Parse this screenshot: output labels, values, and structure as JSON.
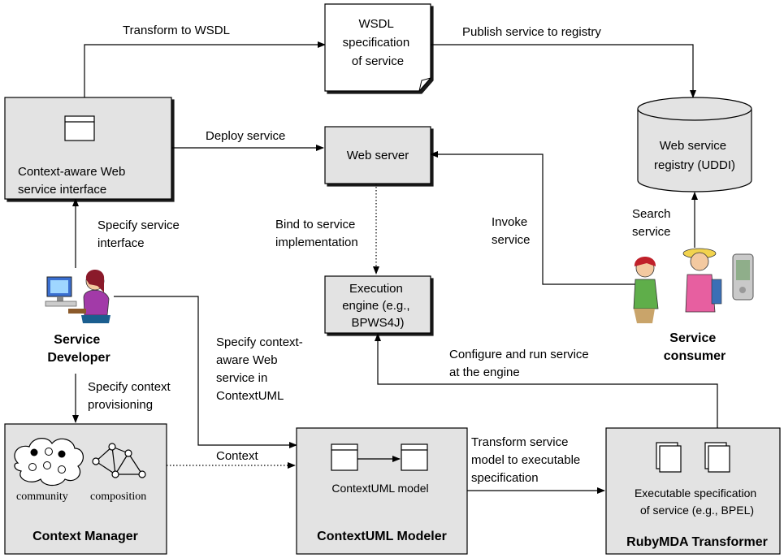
{
  "boxes": {
    "wsdl_doc": {
      "lines": [
        "WSDL",
        "specification",
        "of service"
      ]
    },
    "interface": {
      "lines": [
        "Context-aware Web",
        "service interface"
      ]
    },
    "web_server": {
      "lines": [
        "Web server"
      ]
    },
    "registry": {
      "lines": [
        "Web service",
        "registry (UDDI)"
      ]
    },
    "engine": {
      "lines": [
        "Execution",
        "engine (e.g.,",
        "BPWS4J)"
      ]
    },
    "context_manager": {
      "title": "Context Manager",
      "community": "community",
      "composition": "composition"
    },
    "modeler": {
      "title": "ContextUML Modeler",
      "model_label": "ContextUML model"
    },
    "transformer": {
      "title": "RubyMDA Transformer",
      "lines": [
        "Executable specification",
        "of service (e.g., BPEL)"
      ]
    }
  },
  "actors": {
    "developer": {
      "lines": [
        "Service",
        "Developer"
      ]
    },
    "consumer": {
      "lines": [
        "Service",
        "consumer"
      ]
    }
  },
  "edges": {
    "transform_wsdl": {
      "lines": [
        "Transform to WSDL"
      ]
    },
    "publish": {
      "lines": [
        "Publish service to registry"
      ]
    },
    "deploy": {
      "lines": [
        "Deploy service"
      ]
    },
    "specify_interface": {
      "lines": [
        "Specify service",
        "interface"
      ]
    },
    "bind": {
      "lines": [
        "Bind to service",
        "implementation"
      ]
    },
    "invoke": {
      "lines": [
        "Invoke",
        "service"
      ]
    },
    "search": {
      "lines": [
        "Search",
        "service"
      ]
    },
    "specify_ctxuml": {
      "lines": [
        "Specify context-",
        "aware Web",
        "service in",
        "ContextUML"
      ]
    },
    "configure": {
      "lines": [
        "Configure and run service",
        "at the engine"
      ]
    },
    "provisioning": {
      "lines": [
        "Specify context",
        "provisioning"
      ]
    },
    "context": {
      "lines": [
        "Context"
      ]
    },
    "transform_model": {
      "lines": [
        "Transform service",
        "model to executable",
        "specification"
      ]
    }
  }
}
